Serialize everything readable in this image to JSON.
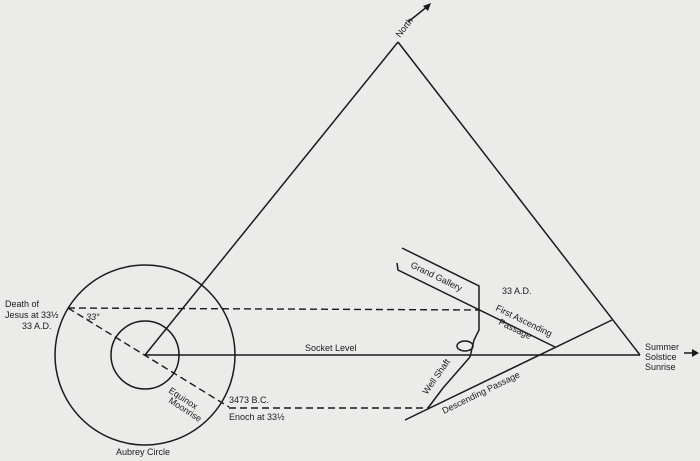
{
  "labels": {
    "north": "North",
    "death_line1": "Death of",
    "death_line2": "Jesus at 33½",
    "death_line3": "33 A.D.",
    "angle": "33°",
    "equinox_line1": "Equinox",
    "equinox_line2": "Moonrise",
    "bc_date": "3473 B.C.",
    "enoch": "Enoch at 33½",
    "aubrey": "Aubrey Circle",
    "socket": "Socket Level",
    "grand_gallery": "Grand Gallery",
    "ad_date": "33 A.D.",
    "first_asc_line1": "First Ascending",
    "first_asc_line2": "Passage",
    "well_shaft": "Well Shaft",
    "descending": "Descending Passage",
    "summer1": "Summer",
    "summer2": "Solstice",
    "summer3": "Sunrise"
  }
}
